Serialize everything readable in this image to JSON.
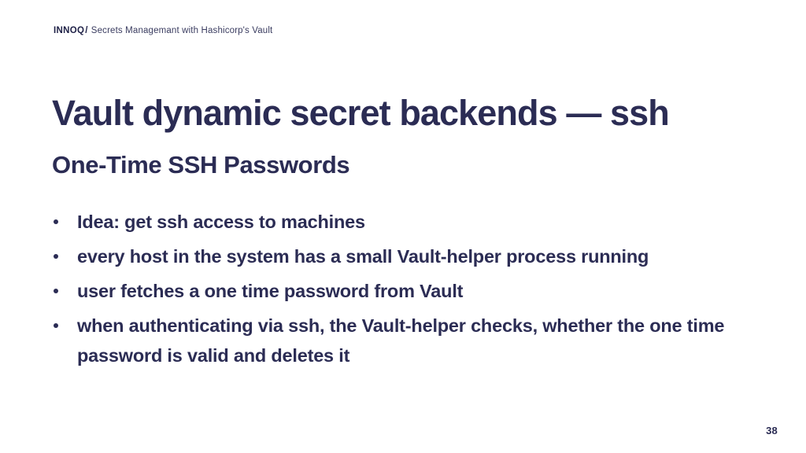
{
  "slide": {
    "background_color": "#ffffff",
    "text_color": "#2b2c54",
    "header": {
      "brand": "INNOQ",
      "separator": "/",
      "subject": "Secrets Managemant with Hashicorp's Vault"
    },
    "title": "Vault dynamic secret backends — ssh",
    "subtitle": "One-Time SSH Passwords",
    "bullets": [
      {
        "text": "Idea: get ssh access to machines"
      },
      {
        "text": "every host in the system has a small Vault-helper process running"
      },
      {
        "text": "user fetches a one time password from Vault"
      },
      {
        "text": "when authenticating via ssh, the Vault-helper checks, whether the one time password is valid and deletes it"
      }
    ],
    "page_number": "38"
  }
}
